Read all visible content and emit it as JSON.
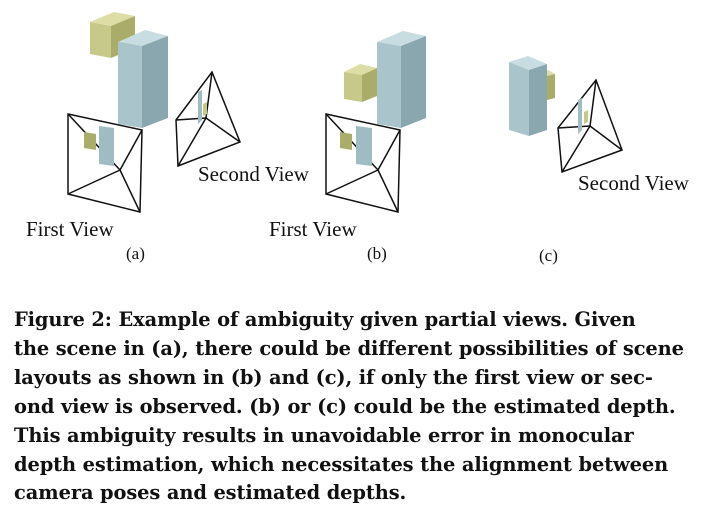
{
  "panels": {
    "a": {
      "sublabel": "(a)",
      "first_view_label": "First View",
      "second_view_label": "Second View"
    },
    "b": {
      "sublabel": "(b)",
      "first_view_label": "First View"
    },
    "c": {
      "sublabel": "(c)",
      "second_view_label": "Second View"
    }
  },
  "colors": {
    "blue_box_front": "#a9c4ca",
    "blue_box_side": "#8aa6ae",
    "blue_box_top": "#c7dde1",
    "yellow_box_front": "#c6c98a",
    "yellow_box_side": "#a9ad69",
    "yellow_box_top": "#dcdea6"
  },
  "caption": {
    "lines": [
      "Figure 2: Example of ambiguity given partial views. Given",
      "the scene in (a), there could be different possibilities of scene",
      "layouts as shown in (b) and (c), if only the first view or sec-",
      "ond view is observed. (b) or (c) could be the estimated depth.",
      "This ambiguity results in unavoidable error in monocular",
      "depth estimation, which necessitates the alignment between",
      "camera poses and estimated depths."
    ]
  }
}
